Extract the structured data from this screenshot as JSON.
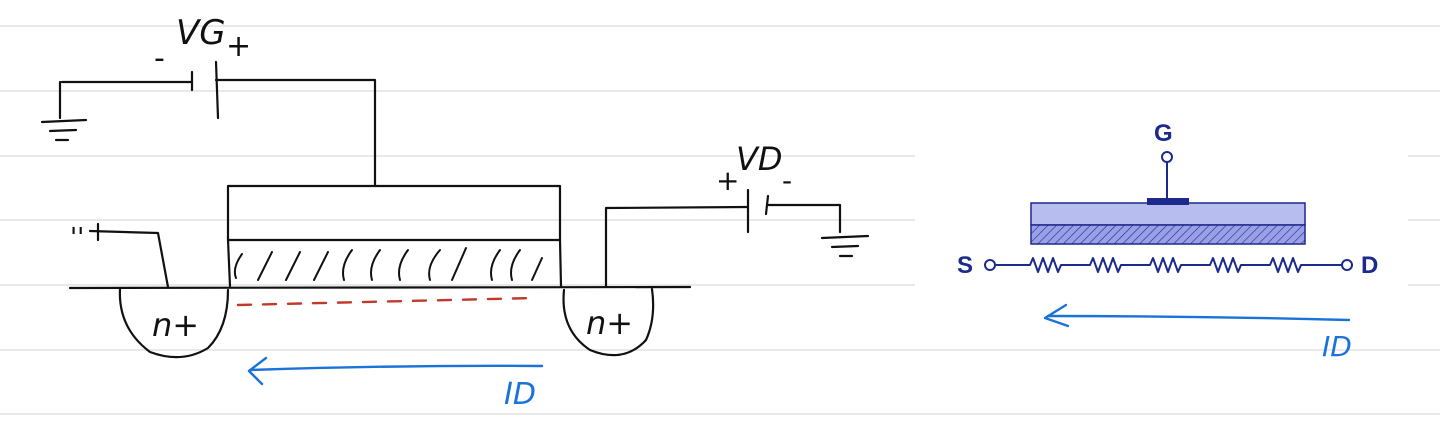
{
  "left_diagram": {
    "gate_voltage": {
      "label": "VG",
      "minus": "-",
      "plus": "+"
    },
    "drain_voltage": {
      "label": "VD",
      "plus": "+",
      "minus": "-"
    },
    "source_terminal_mark": "''",
    "source_region": "n+",
    "drain_region": "n+",
    "current_label": "ID"
  },
  "right_schematic": {
    "gate_label": "G",
    "source_label": "S",
    "drain_label": "D",
    "current_label": "ID"
  },
  "colors": {
    "ink": "#111111",
    "pen_blue": "#1a73d9",
    "channel_red": "#c0392b",
    "schematic_navy": "#1c2a8c",
    "gate_fill": "#b8bdf0",
    "oxide_fill": "#8f96e0",
    "notebook_line": "#d9d9d9"
  }
}
